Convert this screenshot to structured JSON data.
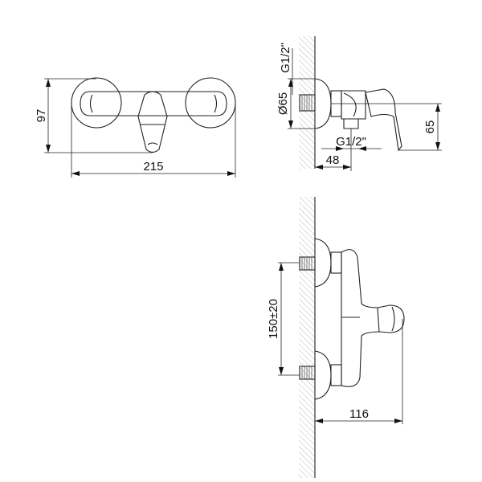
{
  "front_view": {
    "width_label": "215",
    "height_label": "97"
  },
  "side_view": {
    "thread_top_label": "G1/2\"",
    "rosette_diameter_label": "Ø65",
    "outlet_thread_label": "G1/2\"",
    "projection_label": "48",
    "outlet_height_label": "65"
  },
  "bottom_side_view": {
    "center_distance_label": "150±20",
    "depth_label": "116"
  }
}
